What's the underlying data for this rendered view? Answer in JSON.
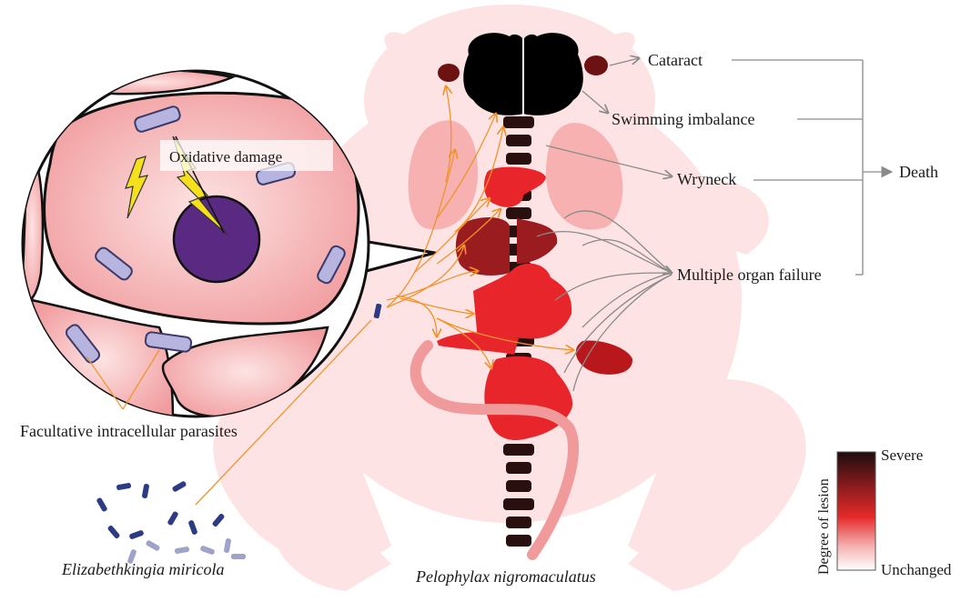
{
  "labels": {
    "oxidative_damage": "Oxidative damage",
    "facultative": "Facultative intracellular parasites",
    "bacterium": "Elizabethkingia miricola",
    "frog": "Pelophylax nigromaculatus",
    "cataract": "Cataract",
    "swimming": "Swimming imbalance",
    "wryneck": "Wryneck",
    "organ_failure": "Multiple organ failure",
    "death": "Death"
  },
  "legend": {
    "title": "Degree of lesion",
    "high": "Severe",
    "low": "Unchanged"
  },
  "colors": {
    "body": "#fde2e2",
    "severe": "#231010",
    "dark_red": "#9b1c1f",
    "red": "#e8252a",
    "arrow_orange": "#f0932b",
    "cell_fill": "#f6b9b9",
    "nucleus": "#5a2a82",
    "bacteria": "#b7b5e0"
  }
}
